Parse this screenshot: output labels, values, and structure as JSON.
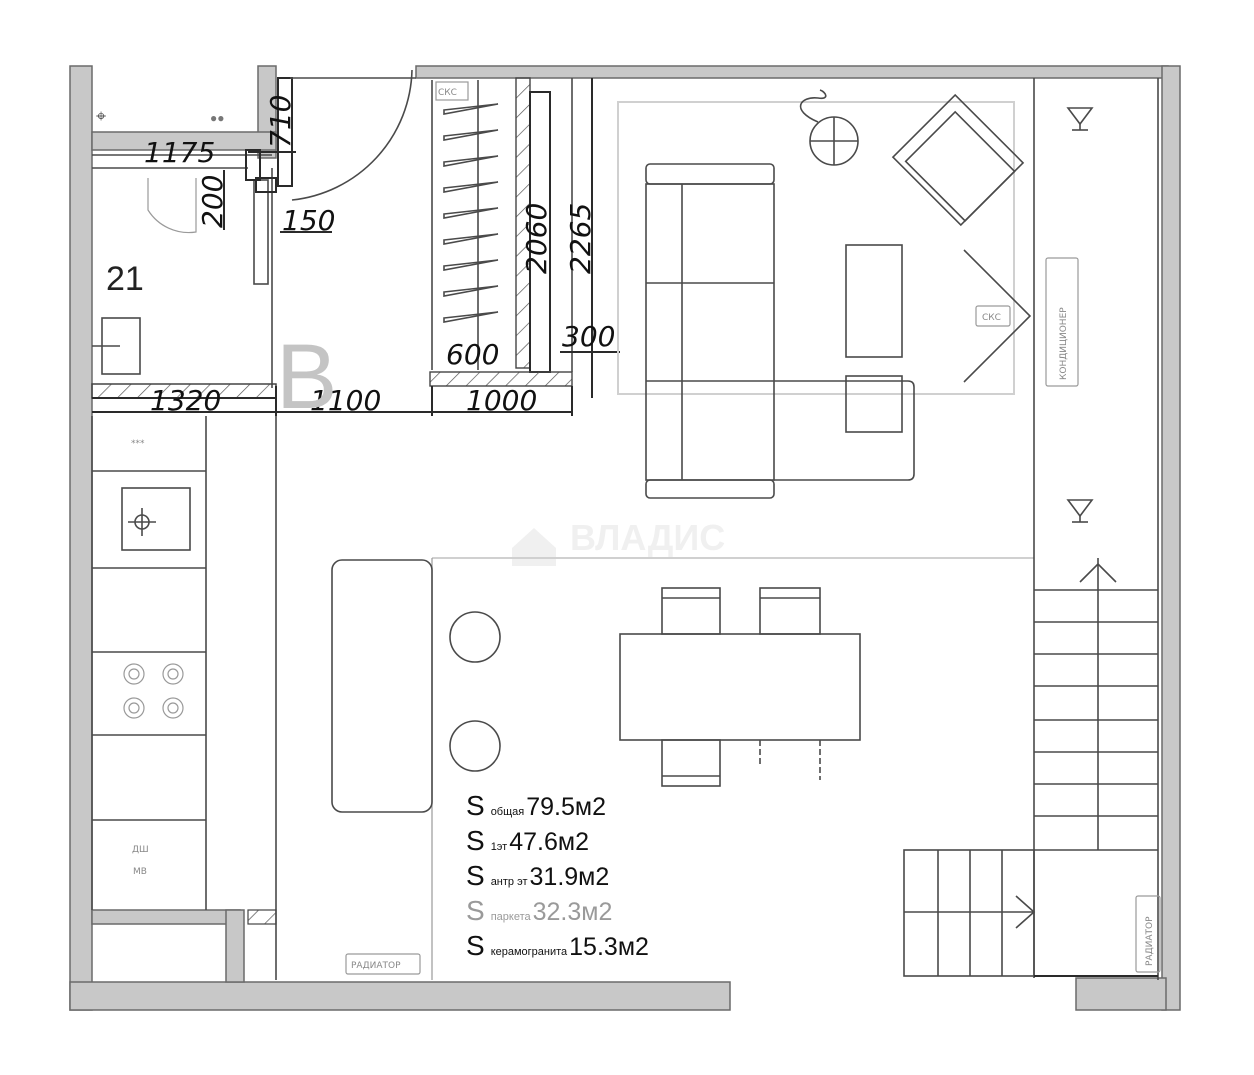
{
  "plan": {
    "room_number": "21",
    "stair_letter": "B",
    "watermark": "ВЛАДИС",
    "dimensions": {
      "d1175": "1175",
      "d710": "710",
      "d200": "200",
      "d150": "150",
      "d1320": "1320",
      "d1100": "1100",
      "d2060": "2060",
      "d2265": "2265",
      "d600": "600",
      "d300": "300",
      "d1000": "1000"
    },
    "labels": {
      "sks_closet": "СКС",
      "sks_living": "СКС",
      "ac": "КОНДИЦИОНЕР",
      "radiator_bottom": "РАДИАТОР",
      "radiator_right": "РАДИАТОР",
      "fridge": "***",
      "dishwasher": "ДШ",
      "microwave": "МВ"
    }
  },
  "areas": [
    {
      "symbol": "S",
      "label": "общая",
      "value": "79.5м2",
      "muted": false
    },
    {
      "symbol": "S",
      "label": "1эт",
      "value": "47.6м2",
      "muted": false
    },
    {
      "symbol": "S",
      "label": "антр эт",
      "value": "31.9м2",
      "muted": false
    },
    {
      "symbol": "S",
      "label": "паркета",
      "value": "32.3м2",
      "muted": true
    },
    {
      "symbol": "S",
      "label": "керамогранита",
      "value": "15.3м2",
      "muted": false
    }
  ],
  "colors": {
    "wall_fill": "#c8c8c8",
    "line": "#4a4a4a",
    "muted_text": "#9a9a9a"
  }
}
